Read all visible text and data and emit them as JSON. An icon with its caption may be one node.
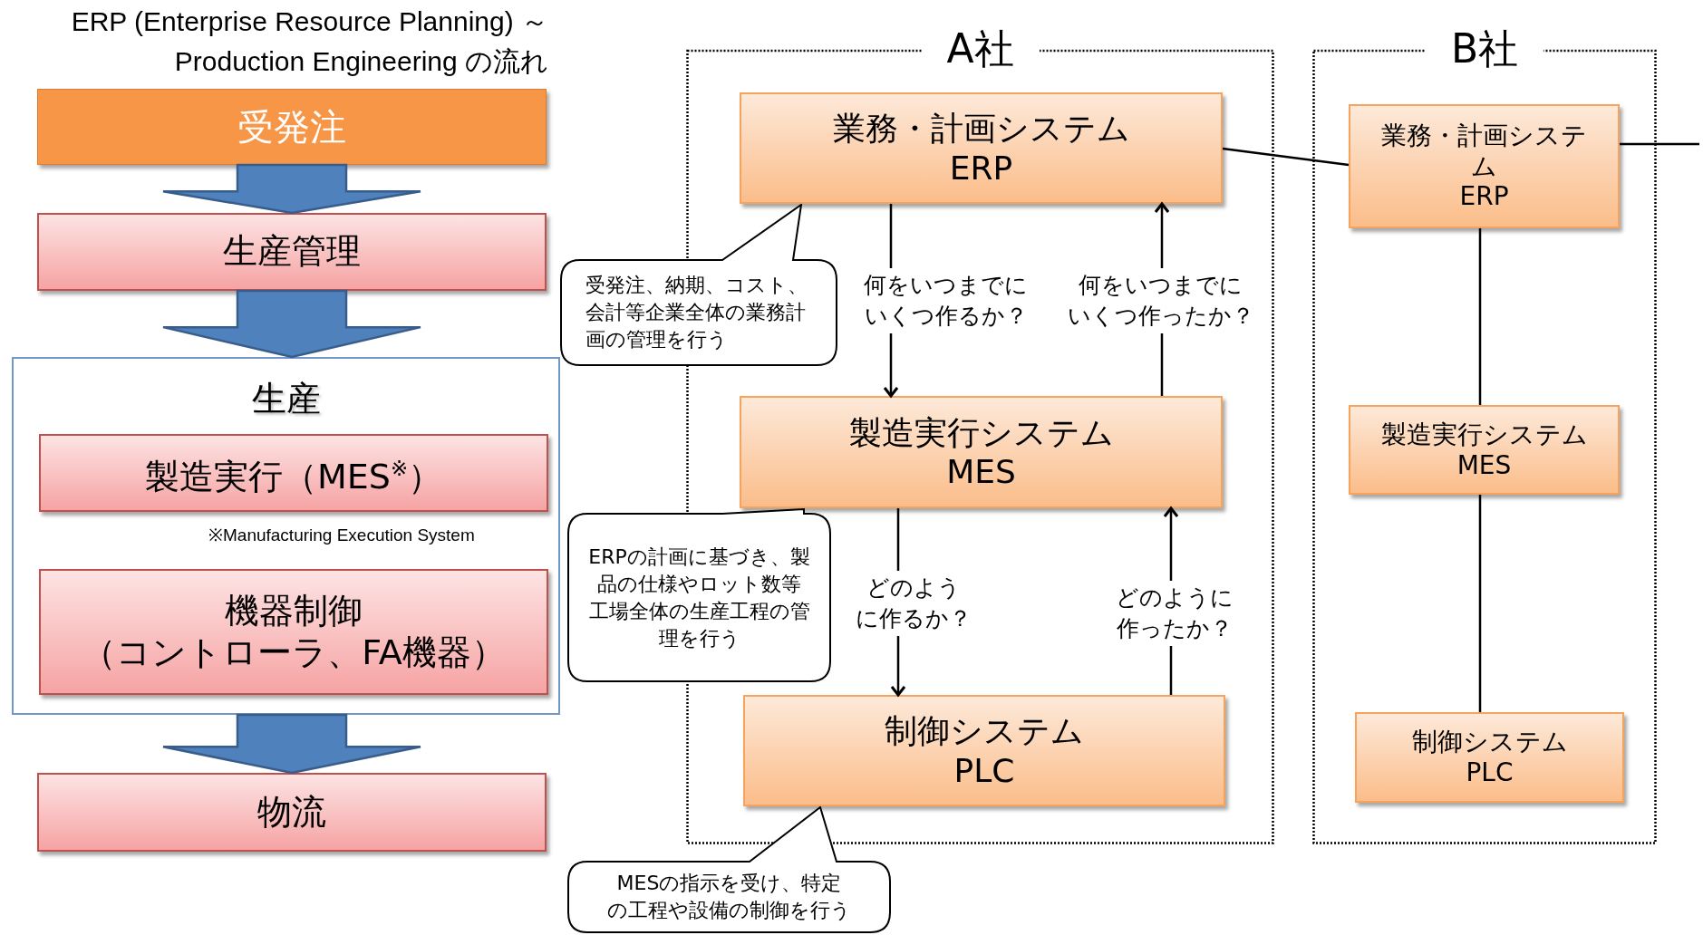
{
  "diagram": {
    "title": "ERP (Enterprise Resource Planning) ～Production Engineering の流れ",
    "nodes": [
      {
        "text": [
          "受発注"
        ]
      },
      {
        "text": [
          "生産管理"
        ]
      },
      {
        "text": [
          "生産"
        ]
      },
      {
        "text": [
          "製造実行（MES$^{※}$）"
        ],
        "in": 2,
        "beside": [
          "※Manufacturing Execution System"
        ]
      },
      {
        "text": [
          "機器制御",
          "（コントローラ、FA機器）"
        ],
        "in": 2
      },
      {
        "text": [
          "物流"
        ]
      },
      {
        "text": [
          "A社"
        ]
      },
      {
        "text": [
          "業務・計画システム",
          "ERP"
        ],
        "in": 6
      },
      {
        "text": [
          "製造実行システム",
          "MES"
        ],
        "in": 6
      },
      {
        "text": [
          "制御システム",
          "PLC"
        ],
        "in": 6
      },
      {
        "text": [
          "受発注、納期、コスト、会計等企業全体の業務計画の管理を行う"
        ]
      },
      {
        "text": [
          "ERPの計画に基づき、製品の仕様やロット数等工場全体の生産工程の管理を行う"
        ]
      },
      {
        "text": [
          "MESの指示を受け、特定の工程や設備の制御を行う"
        ]
      },
      {
        "text": [
          "B社"
        ]
      },
      {
        "text": [
          "業務・計画システム",
          "ERP"
        ],
        "in": 13
      },
      {
        "text": [
          "製造実行システム",
          "MES"
        ],
        "in": 13
      },
      {
        "text": [
          "制御システム",
          "PLC"
        ],
        "in": 13
      }
    ],
    "edges": [
      {
        "from": 0,
        "to": 1,
        "arrow": "to"
      },
      {
        "from": 1,
        "to": 2,
        "arrow": "to"
      },
      {
        "from": 2,
        "to": 5,
        "arrow": "to"
      },
      {
        "from": 7,
        "to": 8,
        "arrow": "to",
        "label": "何をいつまでにいくつ作るか？"
      },
      {
        "from": 8,
        "to": 7,
        "arrow": "to",
        "label": "何をいつまでにいくつ作ったか？"
      },
      {
        "from": 8,
        "to": 9,
        "arrow": "to",
        "label": "どのように作るか？"
      },
      {
        "from": 9,
        "to": 8,
        "arrow": "to",
        "label": "どのように作ったか？"
      },
      {
        "from": 7,
        "to": 14,
        "arrow": "none"
      },
      {
        "from": 14,
        "to": 15,
        "arrow": "none"
      },
      {
        "from": 15,
        "to": 16,
        "arrow": "none"
      },
      {
        "from": 14,
        "to": null,
        "arrow": "none"
      }
    ]
  }
}
